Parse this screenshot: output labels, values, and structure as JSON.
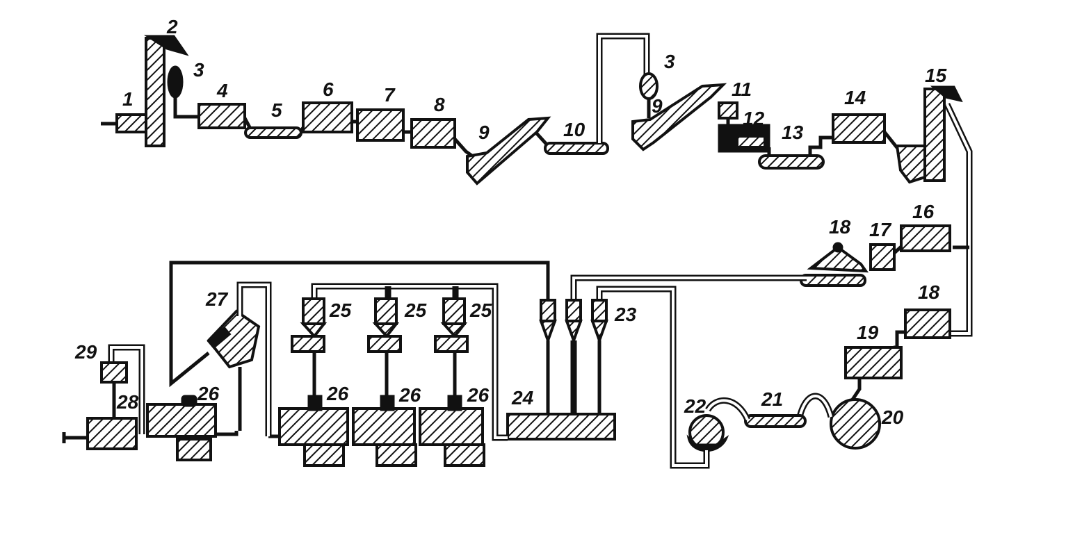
{
  "diagram": {
    "labels": {
      "n1": "1",
      "n2": "2",
      "n3a": "3",
      "n4": "4",
      "n5": "5",
      "n6": "6",
      "n7": "7",
      "n8": "8",
      "n9a": "9",
      "n10": "10",
      "n3b": "3",
      "n9b": "9",
      "n11": "11",
      "n12": "12",
      "n13": "13",
      "n14": "14",
      "n15": "15",
      "n16": "16",
      "n17": "17",
      "n18a": "18",
      "n18b": "18",
      "n19": "19",
      "n20": "20",
      "n21": "21",
      "n22": "22",
      "n23": "23",
      "n24": "24",
      "n25a": "25",
      "n25b": "25",
      "n25c": "25",
      "n26a": "26",
      "n26b": "26",
      "n26c": "26",
      "n26d": "26",
      "n27": "27",
      "n28": "28",
      "n29": "29"
    }
  }
}
